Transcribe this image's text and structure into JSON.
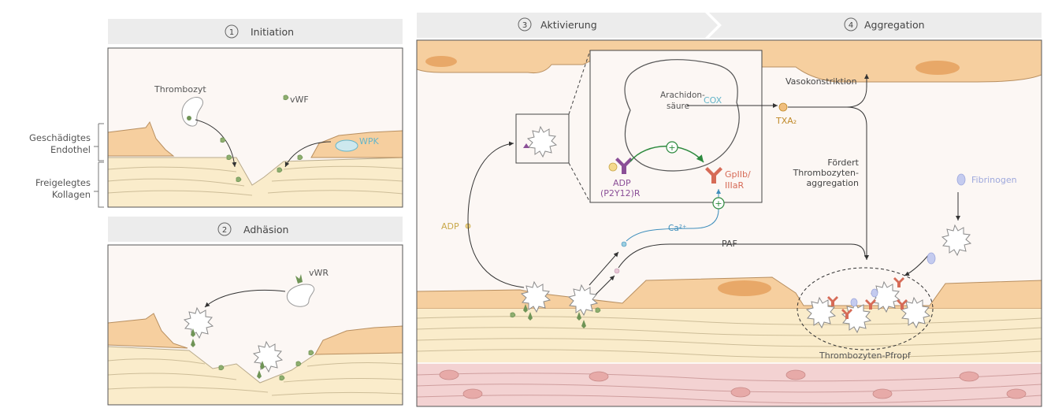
{
  "steps": {
    "s1": {
      "num": "1",
      "title": "Initiation"
    },
    "s2": {
      "num": "2",
      "title": "Adhäsion"
    },
    "s3": {
      "num": "3",
      "title": "Aktivierung"
    },
    "s4": {
      "num": "4",
      "title": "Aggregation"
    }
  },
  "side_labels": {
    "endothel_1": "Geschädigtes",
    "endothel_2": "Endothel",
    "kollagen_1": "Freigelegtes",
    "kollagen_2": "Kollagen"
  },
  "panel1": {
    "thrombozyt": "Thrombozyt",
    "vwf": "vWF",
    "wpk": "WPK"
  },
  "panel2": {
    "vwr": "vWR"
  },
  "panel34": {
    "arachidon_1": "Arachidon-",
    "arachidon_2": "säure",
    "cox": "COX",
    "txa2": "TXA₂",
    "vasokonstriktion": "Vasokonstriktion",
    "foerdert_1": "Fördert",
    "foerdert_2": "Thrombozyten-",
    "foerdert_3": "aggregation",
    "adp_receptor_1": "ADP",
    "adp_receptor_2": "(P2Y12)R",
    "gp_1": "GpIIb/",
    "gp_2": "IIIaR",
    "adp": "ADP",
    "ca": "Ca²⁺",
    "paf": "PAF",
    "fibrinogen": "Fibrinogen",
    "pfropf": "Thrombozyten-Pfropf",
    "plus": "+"
  },
  "colors": {
    "header_bg": "#ececec",
    "lumen": "#fcf7f4",
    "endothel": "#f6cf9f",
    "endothel_nucleus": "#e8a868",
    "collagen": "#faeccb",
    "muscle": "#f3d2d2",
    "vwf_green": "#6f9456",
    "wpk_blue": "#64b5c9",
    "txa2": "#c08a2a",
    "adp_yellow": "#c9a84a",
    "purple": "#8b4f97",
    "gp_red": "#d66b57",
    "ca_blue": "#3f8fbc",
    "plus_green": "#2d8a3e",
    "fibrinogen": "#9ea8dc"
  }
}
